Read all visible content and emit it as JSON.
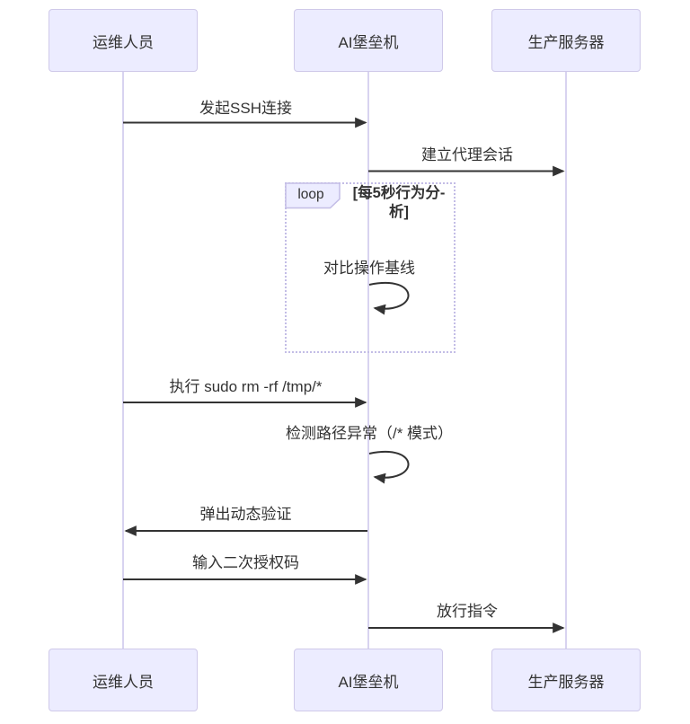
{
  "diagram": {
    "type": "sequence",
    "actors": [
      {
        "name": "运维人员"
      },
      {
        "name": "AI堡垒机"
      },
      {
        "name": "生产服务器"
      }
    ],
    "messages": {
      "m1": {
        "text": "发起SSH连接",
        "from": "运维人员",
        "to": "AI堡垒机"
      },
      "m2": {
        "text": "建立代理会话",
        "from": "AI堡垒机",
        "to": "生产服务器"
      },
      "self1": {
        "text": "对比操作基线",
        "from": "AI堡垒机",
        "to": "AI堡垒机"
      },
      "m3": {
        "text": "执行 sudo rm -rf /tmp/*",
        "from": "运维人员",
        "to": "AI堡垒机"
      },
      "self2": {
        "text": "检测路径异常（/* 模式）",
        "from": "AI堡垒机",
        "to": "AI堡垒机"
      },
      "m4": {
        "text": "弹出动态验证",
        "from": "AI堡垒机",
        "to": "运维人员"
      },
      "m5": {
        "text": "输入二次授权码",
        "from": "运维人员",
        "to": "AI堡垒机"
      },
      "m6": {
        "text": "放行指令",
        "from": "AI堡垒机",
        "to": "生产服务器"
      }
    },
    "loop": {
      "tag": "loop",
      "condition_line1": "[每5秒行为分-",
      "condition_line2": "析]"
    },
    "colors": {
      "actor_fill": "#ECECFF",
      "actor_border": "#CFC9E9",
      "lifeline": "#D8D3F0",
      "loop_border": "#C3BDE6",
      "text": "#333333",
      "arrow": "#333333",
      "background": "#FFFFFF"
    }
  }
}
